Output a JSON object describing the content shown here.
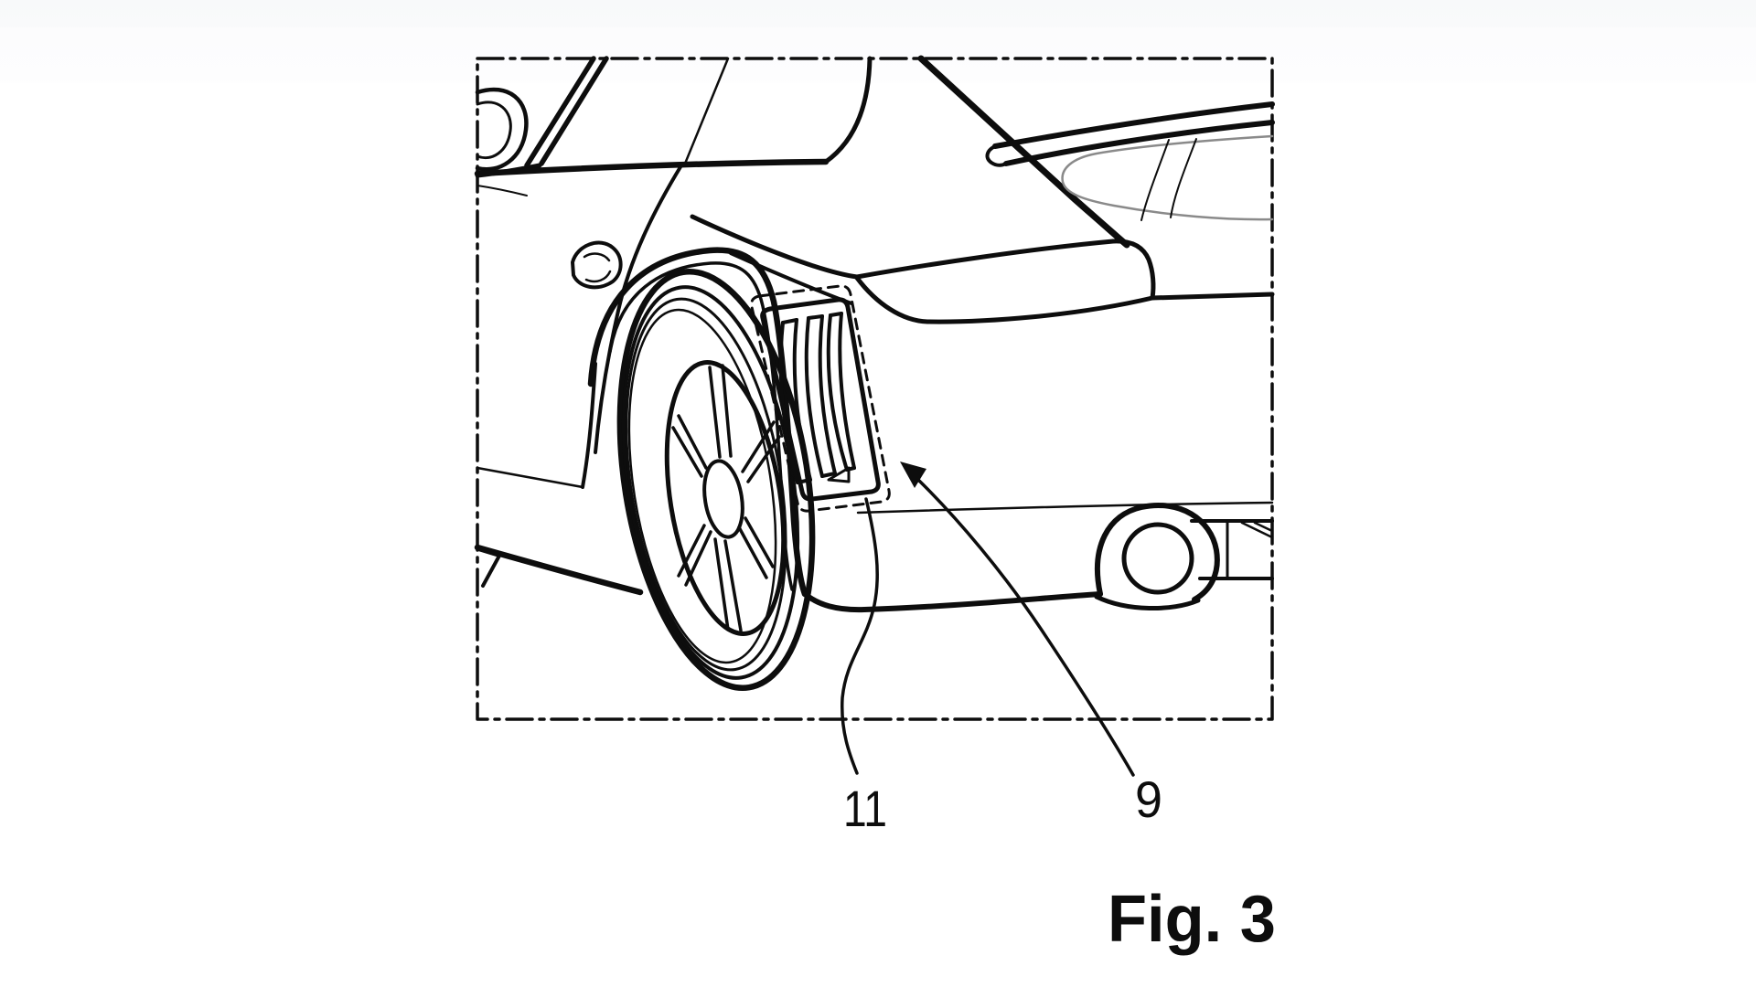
{
  "figure": {
    "caption": "Fig. 3",
    "reference_numerals": {
      "vent_louver_label": "11",
      "quarter_panel_label": "9"
    },
    "subject": "rear quarter view line drawing of a sports car inside a dash-dot boundary frame"
  },
  "colors": {
    "background": "#ffffff",
    "top_band": "#f8f9fa",
    "line": "#0d0d0d",
    "window_seal_line": "#8a8a8a"
  }
}
